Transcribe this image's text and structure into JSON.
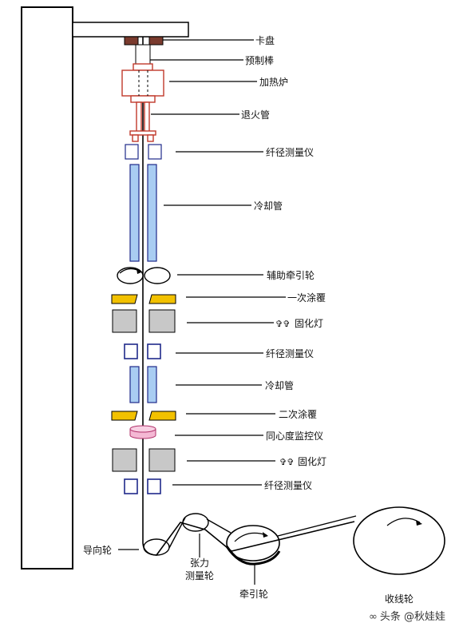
{
  "labels": {
    "chuck": "卡盘",
    "preform": "预制棒",
    "furnace": "加热炉",
    "annealing_tube": "退火管",
    "diameter_gauge_1": "纤径测量仪",
    "cooling_tube_1": "冷却管",
    "aux_capstan": "辅助牵引轮",
    "primary_coating": "一次涂覆",
    "curing_lamp_1": "固化灯",
    "diameter_gauge_2": "纤径测量仪",
    "cooling_tube_2": "冷却管",
    "secondary_coating": "二次涂覆",
    "concentricity_monitor": "同心度监控仪",
    "curing_lamp_2": "固化灯",
    "diameter_gauge_3": "纤径测量仪",
    "guide_wheel": "导向轮",
    "tension_wheel_line1": "张力",
    "tension_wheel_line2": "测量轮",
    "capstan": "牵引轮",
    "take_up": "收线轮"
  },
  "watermark": {
    "text": "头条 @秋娃娃",
    "glyph": "∞"
  },
  "colors": {
    "line": "#000000",
    "chuck": "#7a3b2e",
    "furnace": "#c0392b",
    "cooling": "#a9cdf2",
    "coating": "#f2c100",
    "gauge_blue": "#1f2a8a",
    "lamp": "#c8c8c8",
    "monitor": "#f4b8d4"
  }
}
